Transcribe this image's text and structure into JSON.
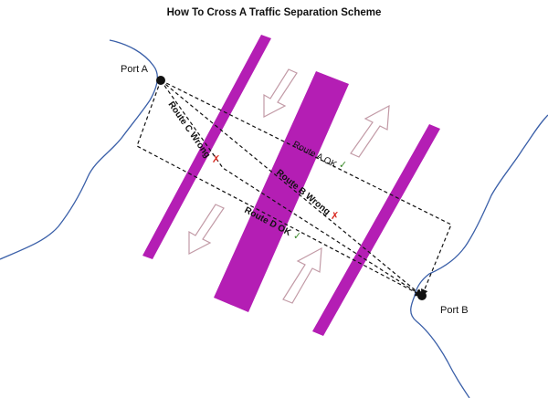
{
  "title": "How To Cross A Traffic Separation Scheme",
  "ports": {
    "a": {
      "label": "Port A"
    },
    "b": {
      "label": "Port B"
    }
  },
  "routes": [
    {
      "id": "route-a",
      "label": "Route A OK",
      "verdict": "OK",
      "mark": "✓"
    },
    {
      "id": "route-b",
      "label": "Route B Wrong",
      "verdict": "Wrong",
      "mark": "✗"
    },
    {
      "id": "route-c",
      "label": "Route C Wrong",
      "verdict": "Wrong",
      "mark": "✗"
    },
    {
      "id": "route-d",
      "label": "Route D OK",
      "verdict": "OK",
      "mark": "✓"
    }
  ],
  "colors": {
    "lane": "#b41eb4",
    "coast": "#3a5fa8",
    "route_line": "#111111",
    "flow_arrow_fill": "#ffffff",
    "flow_arrow_stroke": "#c29aa6",
    "ok_mark": "#3a8a2a",
    "wrong_mark": "#d8261c"
  }
}
